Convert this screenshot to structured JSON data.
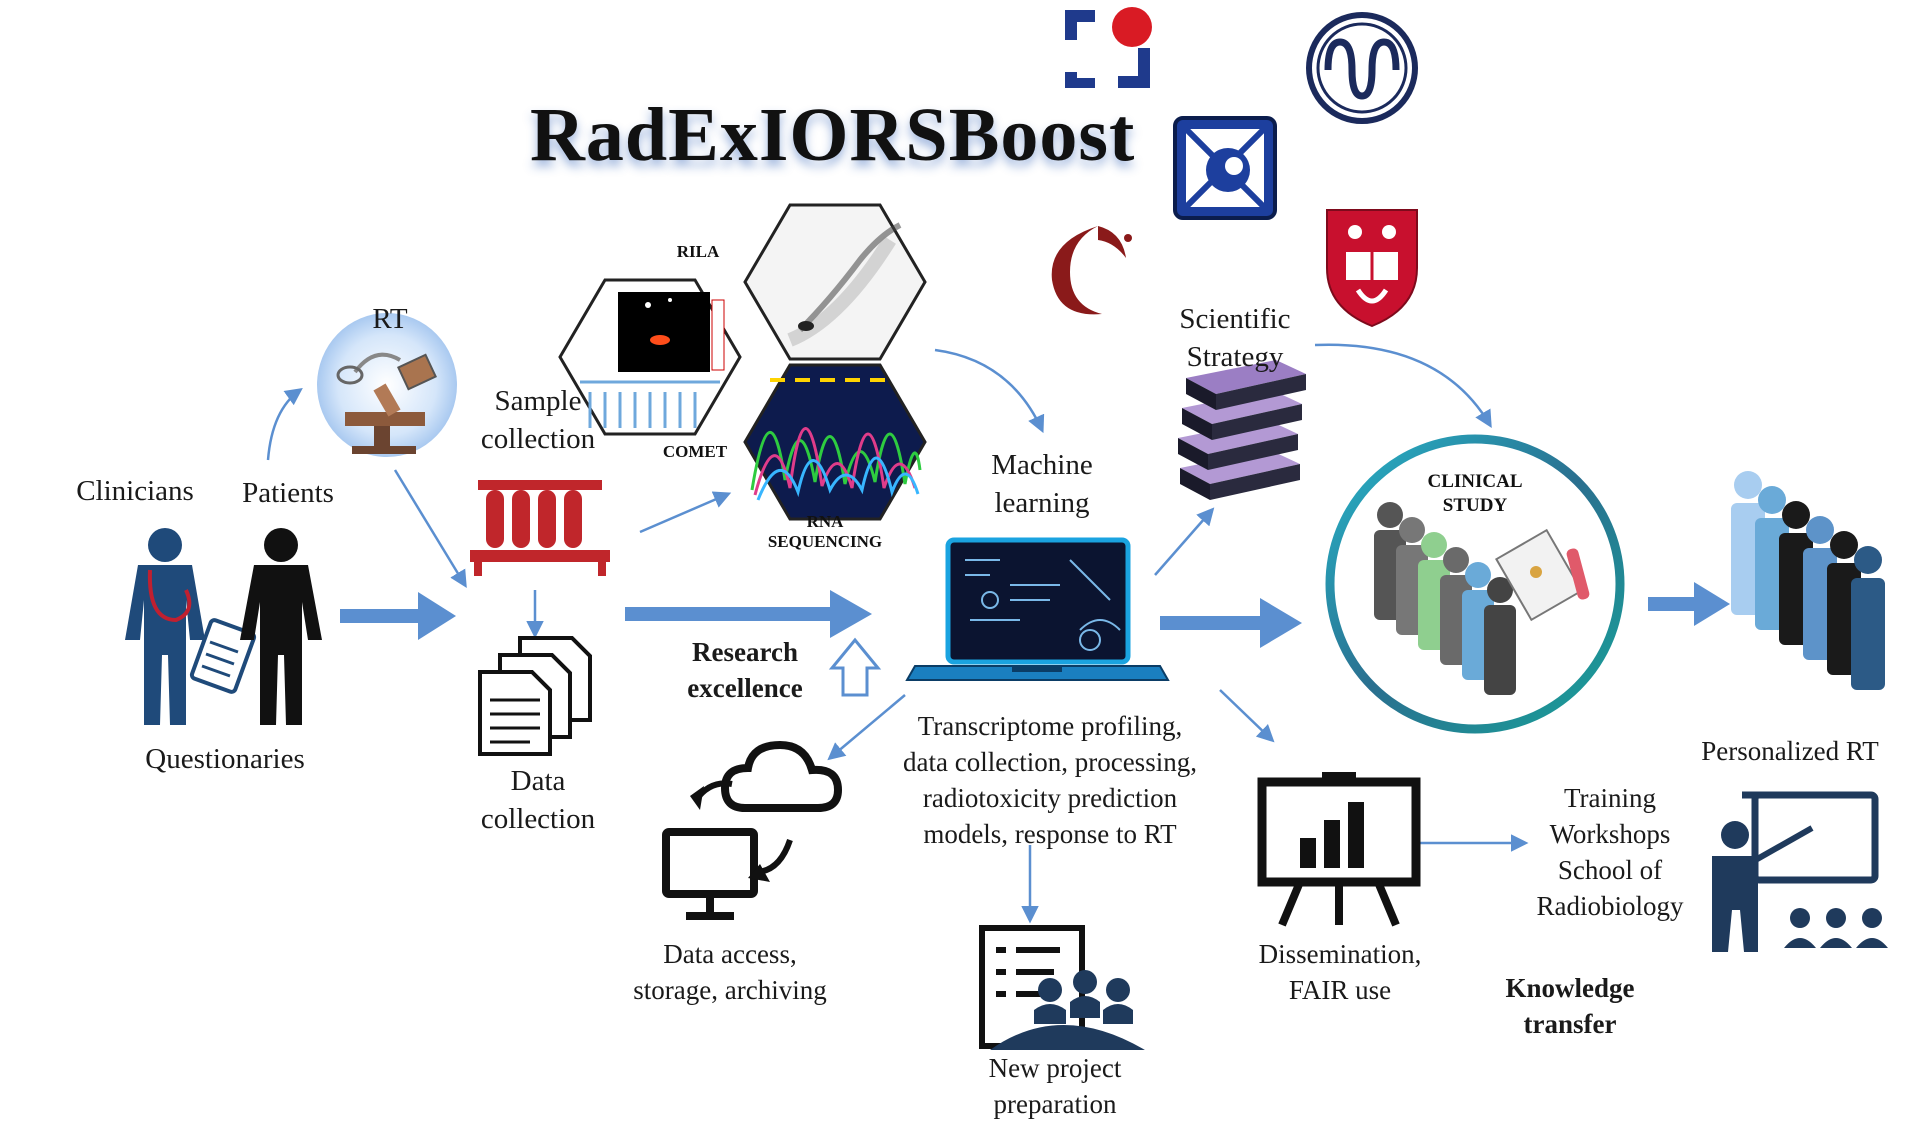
{
  "title": "RadExIORSBoost",
  "labels": {
    "rt": "RT",
    "clinicians": "Clinicians",
    "patients": "Patients",
    "questionaries": "Questionaries",
    "sample_collection": "Sample\ncollection",
    "data_collection": "Data\ncollection",
    "rila": "RILA",
    "comet": "COMET",
    "rna_sequencing": "RNA\nSEQUENCING",
    "research_excellence": "Research\nexcellence",
    "machine_learning": "Machine\nlearning",
    "scientific_strategy": "Scientific\nStrategy",
    "clinical_study": "CLINICAL\nSTUDY",
    "personalized_rt": "Personalized RT",
    "transcriptome": "Transcriptome profiling,\ndata collection, processing,\nradiotoxicity prediction\nmodels, response to RT",
    "data_access": "Data access,\nstorage, archiving",
    "new_project": "New project\npreparation",
    "dissemination": "Dissemination,\nFAIR use",
    "training": "Training\nWorkshops\nSchool of\nRadiobiology",
    "knowledge_transfer": "Knowledge\ntransfer"
  },
  "colors": {
    "arrow_blue": "#5b8fd0",
    "icon_navy": "#1f3a5c",
    "tube_red": "#c0262b",
    "laptop_blue": "#1aa3e0",
    "ring_teal": "#1aa3a3",
    "books_purple": "#7b5ea7",
    "shield_red": "#c8102e"
  },
  "icons": [
    "clinician-icon",
    "patient-icon",
    "clipboard-icon",
    "rt-machine-icon",
    "test-tubes-icon",
    "documents-icon",
    "hexagon-images",
    "laptop-icon",
    "books-icon",
    "clinical-study-ring",
    "people-queue-icon",
    "cloud-sync-icon",
    "presentation-board-icon",
    "meeting-icon",
    "teacher-icon",
    "logo-square-dot",
    "logo-circle-waves",
    "logo-blue-square",
    "logo-red-crescent",
    "logo-red-shield"
  ]
}
